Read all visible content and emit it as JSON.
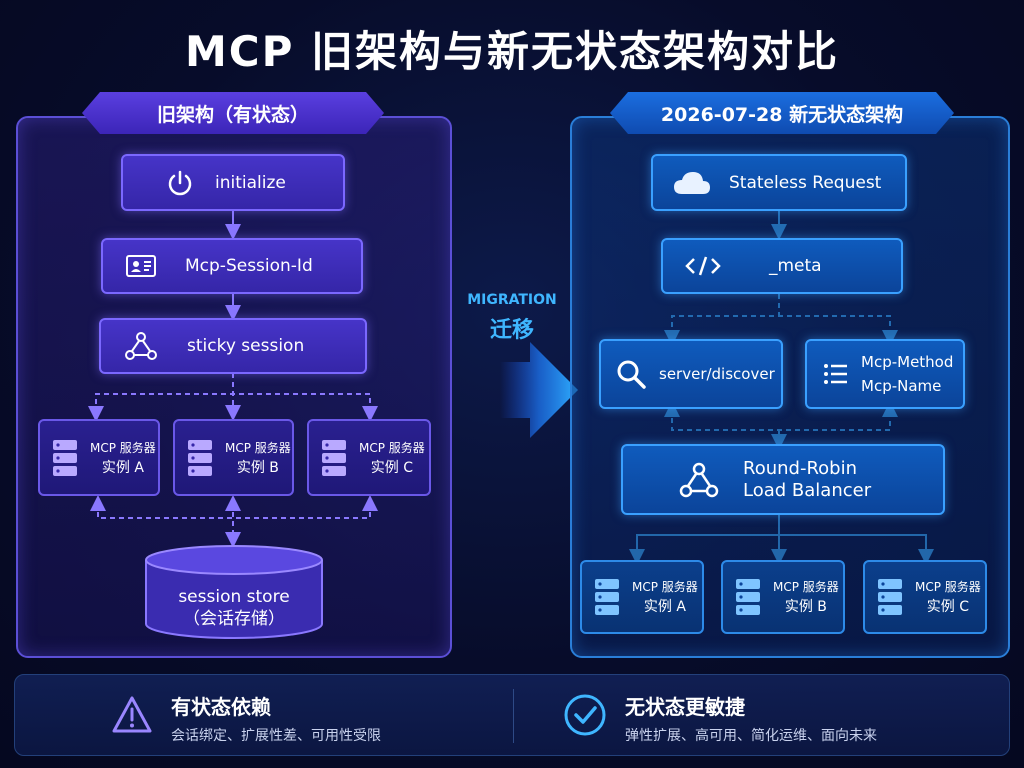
{
  "title": "MCP 旧架构与新无状态架构对比",
  "left": {
    "tag": "旧架构（有状态）",
    "steps": [
      "initialize",
      "Mcp-Session-Id",
      "sticky session"
    ],
    "servers": [
      {
        "line1": "MCP 服务器",
        "line2": "实例 A"
      },
      {
        "line1": "MCP 服务器",
        "line2": "实例 B"
      },
      {
        "line1": "MCP 服务器",
        "line2": "实例 C"
      }
    ],
    "store": {
      "line1": "session store",
      "line2": "（会话存储）"
    }
  },
  "migration": {
    "en": "MIGRATION",
    "cn": "迁移"
  },
  "right": {
    "tag": "2026-07-28 新无状态架构",
    "request": "Stateless Request",
    "meta": "_meta",
    "discover": "server/discover",
    "method": "Mcp-Method",
    "name": "Mcp-Name",
    "lb_line1": "Round-Robin",
    "lb_line2": "Load Balancer",
    "servers": [
      {
        "line1": "MCP 服务器",
        "line2": "实例 A"
      },
      {
        "line1": "MCP 服务器",
        "line2": "实例 B"
      },
      {
        "line1": "MCP 服务器",
        "line2": "实例 C"
      }
    ]
  },
  "footer": {
    "left_title": "有状态依赖",
    "left_sub": "会话绑定、扩展性差、可用性受限",
    "right_title": "无状态更敏捷",
    "right_sub": "弹性扩展、高可用、简化运维、面向未来"
  },
  "colors": {
    "purple": "#7b68ff",
    "blue": "#3aa0ff",
    "accent": "#3fb6ff"
  }
}
